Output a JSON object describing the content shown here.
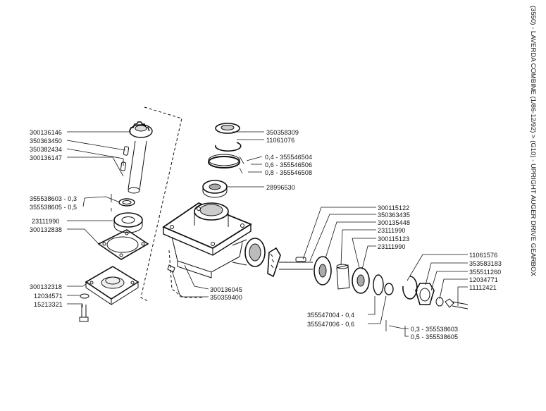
{
  "title": "(3550) - LAVERDA COMBINE (1/86-12/92) > (G10) - UPRIGHT AUGER DRIVE GEARBOX",
  "labels": {
    "l300136146": "300136146",
    "l350363450": "350363450",
    "l350382434": "350382434",
    "l300136147": "300136147",
    "l355538603_03": "355538603 - 0,3",
    "l355538605_05": "355538605 - 0,5",
    "l23111990_left": "23111990",
    "l300132838": "300132838",
    "l300132318": "300132318",
    "l12034571": "12034571",
    "l15213321": "15213321",
    "l350358309": "350358309",
    "l11061076": "11061076",
    "l355546504": "0,4 - 355546504",
    "l355546506": "0,6 - 355546506",
    "l355546508": "0,8 - 355546508",
    "l28996530": "28996530",
    "l300136045": "300136045",
    "l350359400": "350359400",
    "l300115122": "300115122",
    "l350363435": "350363435",
    "l300135448": "300135448",
    "l23111990_r1": "23111990",
    "l300115123": "300115123",
    "l23111990_r2": "23111990",
    "l11061576": "11061576",
    "l353583183": "353583183",
    "l355511260": "355511260",
    "l12034771": "12034771",
    "l11112421": "11112421",
    "l355547004": "355547004 - 0,4",
    "l355547006": "355547006 - 0,6",
    "l355538603_r": "0,3 - 355538603",
    "l355538605_r": "0,5 - 355538605"
  }
}
